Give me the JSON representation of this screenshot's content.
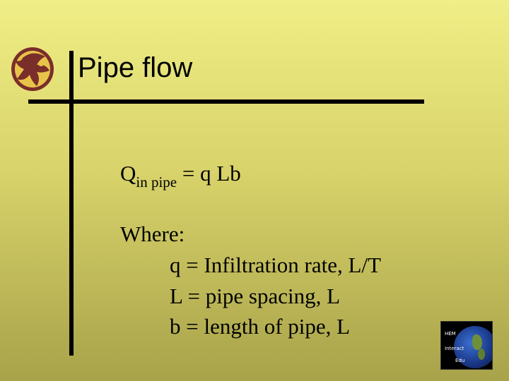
{
  "slide": {
    "title": "Pipe flow",
    "formula": {
      "symbol": "Q",
      "subscript": "in pipe",
      "rhs": " = q Lb"
    },
    "where_label": "Where:",
    "definitions": [
      "q = Infiltration rate, L/T",
      "L = pipe spacing, L",
      "b = length of pipe, L"
    ],
    "badge_text": [
      "HEM",
      "Interact",
      "Edu"
    ]
  },
  "colors": {
    "background_top": "#f0ee86",
    "background_bottom": "#a8a24a",
    "logo_gold": "#e8c34a",
    "logo_maroon": "#7a2e2a"
  }
}
